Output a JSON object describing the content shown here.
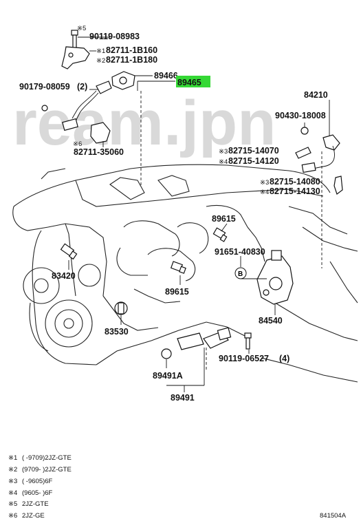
{
  "watermark": "ream.jpn",
  "highlight_color": "#35d835",
  "labels": {
    "m5": "※5",
    "p90119_08983": "90119-08983",
    "m1": "※1",
    "p82711_1B160": "82711-1B160",
    "m2": "※2",
    "p82711_1B180": "82711-1B180",
    "p89466": "89466",
    "p89465": "89465",
    "p90179_08059": "90179-08059",
    "qty2": "(2)",
    "m6": "※6",
    "p82711_35060": "82711-35060",
    "p84210": "84210",
    "p90430_18008": "90430-18008",
    "m3a": "※3",
    "p82715_14070": "82715-14070",
    "m4a": "※4",
    "p82715_14120": "82715-14120",
    "m3b": "※3",
    "p82715_14080": "82715-14080",
    "m4b": "※4",
    "p82715_14130": "82715-14130",
    "p89615a": "89615",
    "p91651_40830": "91651-40830",
    "circleB": "B",
    "p83420": "83420",
    "p89615b": "89615",
    "p84540": "84540",
    "p83530": "83530",
    "p90119_06527": "90119-06527",
    "qty4": "(4)",
    "p89491A": "89491A",
    "p89491": "89491"
  },
  "legend": [
    {
      "mark": "※1",
      "text": "(    -9709)2JZ-GTE"
    },
    {
      "mark": "※2",
      "text": "(9709-    )2JZ-GTE"
    },
    {
      "mark": "※3",
      "text": "(    -9605)6F"
    },
    {
      "mark": "※4",
      "text": "(9605-    )6F"
    },
    {
      "mark": "※5",
      "text": "2JZ-GTE"
    },
    {
      "mark": "※6",
      "text": "2JZ-GE"
    }
  ],
  "figure_code": "841504A"
}
